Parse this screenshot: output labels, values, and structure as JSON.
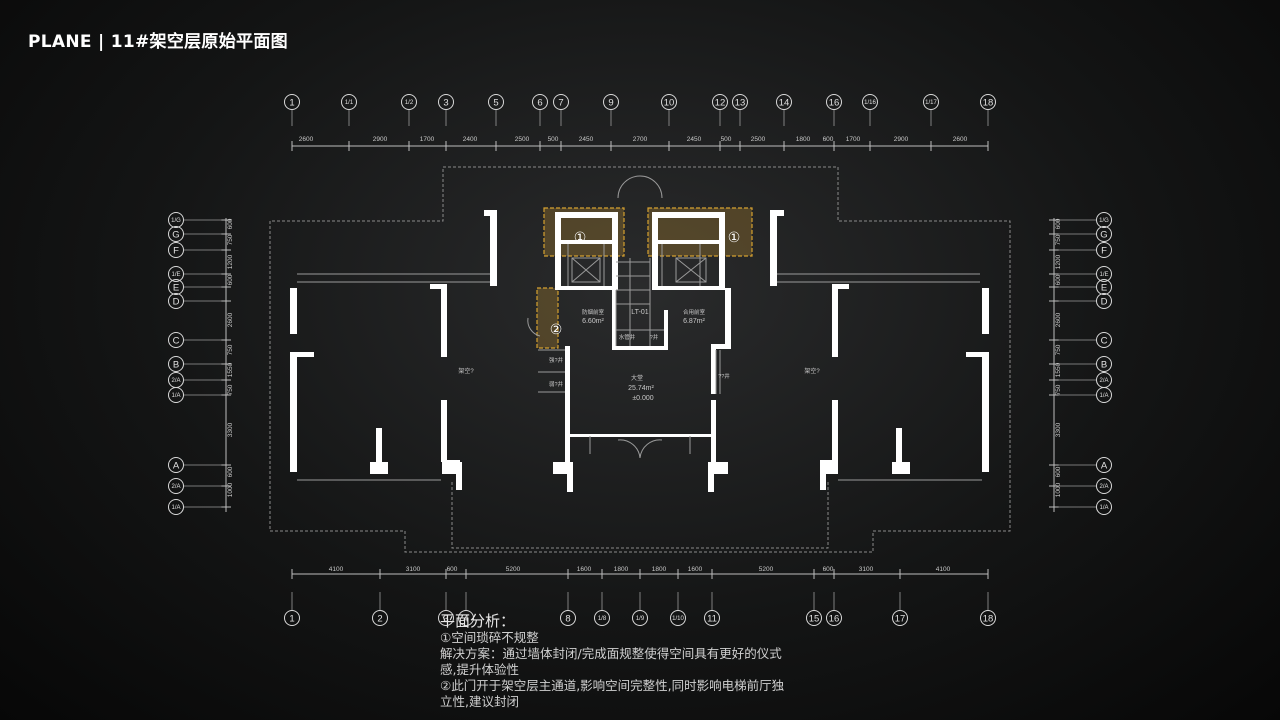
{
  "title": "PLANE | 11#架空层原始平面图",
  "top_axes": [
    "1",
    "1/1",
    "1/2",
    "3",
    "5",
    "6",
    "7",
    "9",
    "10",
    "12",
    "13",
    "14",
    "16",
    "1/16",
    "1/17",
    "18"
  ],
  "top_dims": [
    "2600",
    "2900",
    "1700",
    "2400",
    "2500",
    "500",
    "2450",
    "2700",
    "2450",
    "500",
    "2500",
    "1800",
    "600",
    "1700",
    "2900",
    "2600"
  ],
  "bottom_axes": [
    "1",
    "2",
    "3",
    "4",
    "8",
    "1/8",
    "1/9",
    "1/10",
    "11",
    "15",
    "16",
    "17",
    "18"
  ],
  "bottom_dims": [
    "4100",
    "3100",
    "600",
    "5200",
    "1600",
    "1800",
    "1800",
    "1600",
    "5200",
    "600",
    "3100",
    "4100"
  ],
  "left_axes": [
    "1/G",
    "G",
    "F",
    "1/E",
    "E",
    "D",
    "C",
    "B",
    "2/A",
    "1/A",
    "A",
    "2/A",
    "1/A"
  ],
  "side_dims": [
    "600",
    "750",
    "1200",
    "600",
    "2600",
    "750",
    "1550",
    "750",
    "3300",
    "600",
    "1000"
  ],
  "rooms": {
    "left_room": "架空?",
    "right_room": "架空?",
    "hall": "大堂",
    "hall_area": "25.74m²",
    "hall_level": "±0.000",
    "fire_room": "防烟前室",
    "fire_area": "6.60m²",
    "shared_room": "合用前室",
    "shared_area": "6.87m²",
    "lift": "LT-01",
    "duct": "水管井",
    "small_room": "?井",
    "shaft_a": "强?井",
    "shaft_b": "弱?井",
    "equip": "??井"
  },
  "markers": [
    "①",
    "①",
    "②"
  ],
  "highlight_color": "#d4a030",
  "analysis": {
    "heading": "平面分析：",
    "line1": "①空间琐碎不规整",
    "line2": "解决方案：通过墙体封闭/完成面规整使得空间具有更好的仪式",
    "line3": "感,提升体验性",
    "line4": "②此门开于架空层主通道,影响空间完整性,同时影响电梯前厅独",
    "line5": "立性,建议封闭"
  }
}
